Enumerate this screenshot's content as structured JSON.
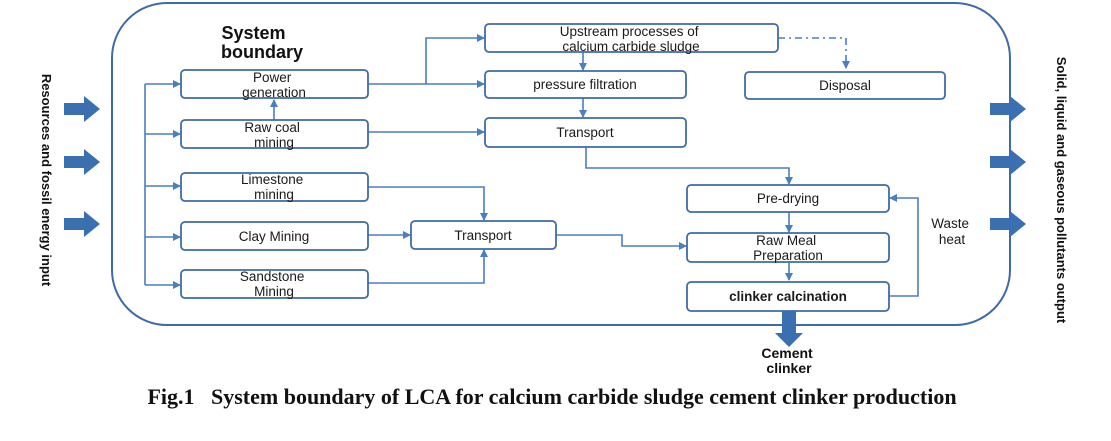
{
  "boundary_title_line1": "System",
  "boundary_title_line2": "boundary",
  "nodes": {
    "power": [
      "Power",
      "generation"
    ],
    "rawcoal": [
      "Raw coal",
      "mining"
    ],
    "limestone": [
      "Limestone",
      "mining"
    ],
    "clay": [
      "Clay Mining"
    ],
    "sandstone": [
      "Sandstone",
      "Mining"
    ],
    "transport_left": [
      "Transport"
    ],
    "upstream": [
      "Upstream processes of",
      "calcium carbide sludge"
    ],
    "pressure": [
      "pressure filtration"
    ],
    "transport_top": [
      "Transport"
    ],
    "disposal": [
      "Disposal"
    ],
    "predrying": [
      "Pre-drying"
    ],
    "rawmeal": [
      "Raw Meal",
      "Preparation"
    ],
    "clinker": [
      "clinker calcination"
    ]
  },
  "waste_heat": [
    "Waste",
    "heat"
  ],
  "cement_clinker": [
    "Cement",
    "clinker"
  ],
  "left_label": "Resources and fossil energy input",
  "right_label": "Solid, liquid and gaseous pollutants output",
  "caption": "Fig.1   System boundary of LCA for calcium carbide sludge cement clinker production",
  "colors": {
    "box_stroke": "#3e6ba8",
    "arrow": "#4a7fc0",
    "big_arrow": "#3a6fb0",
    "boundary_stroke": "#3e6ba8"
  }
}
